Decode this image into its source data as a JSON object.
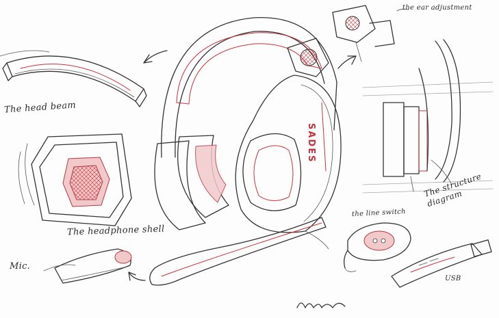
{
  "labels": {
    "headbeam": "The head beam",
    "shell": "The headphone shell",
    "mic": "Mic.",
    "ear_adjust": "the ear adjustment",
    "structure": "The structure diagram",
    "line_switch": "the line switch",
    "usb": "USB",
    "brand": "SADES"
  },
  "colors": {
    "accent": "#c8323a",
    "ink": "#333333"
  }
}
